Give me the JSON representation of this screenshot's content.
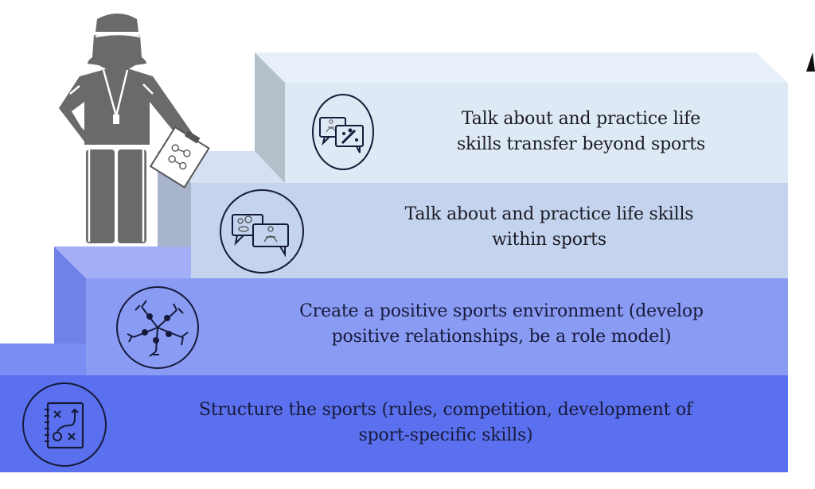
{
  "diagram": {
    "type": "staircase",
    "colors": {
      "step1_front": "#5b70ee",
      "step1_top": "#7b8ef4",
      "step2_front": "#8a9bf4",
      "step2_side": "#7182e6",
      "step2_top": "#a3b0f7",
      "step3_front": "#c4d3ee",
      "step3_side": "#a7b4cb",
      "step3_top": "#d5e0f2",
      "step4_front": "#dde9f4",
      "step4_side": "#b3bfc9",
      "step4_top": "#e7f0f8",
      "figure": "#6a6a6a",
      "icon_stroke": "#151a3a"
    },
    "steps": [
      {
        "level": 1,
        "icon": "playbook-strategy-icon",
        "line1": "Structure the sports (rules, competition, development of",
        "line2": "sport-specific skills)"
      },
      {
        "level": 2,
        "icon": "team-hands-icon",
        "line1": "Create a positive sports environment (develop",
        "line2": "positive relationships, be a role model)"
      },
      {
        "level": 3,
        "icon": "sports-chat-meditation-icon",
        "line1": "Talk about and practice life skills",
        "line2": "within sports"
      },
      {
        "level": 4,
        "icon": "meditation-chat-growth-icon",
        "line1": "Talk about and practice life",
        "line2": "skills transfer beyond sports"
      }
    ],
    "figure": {
      "icon": "coach-with-clipboard-icon"
    },
    "arrow": {
      "icon": "upward-arrow-icon"
    }
  }
}
